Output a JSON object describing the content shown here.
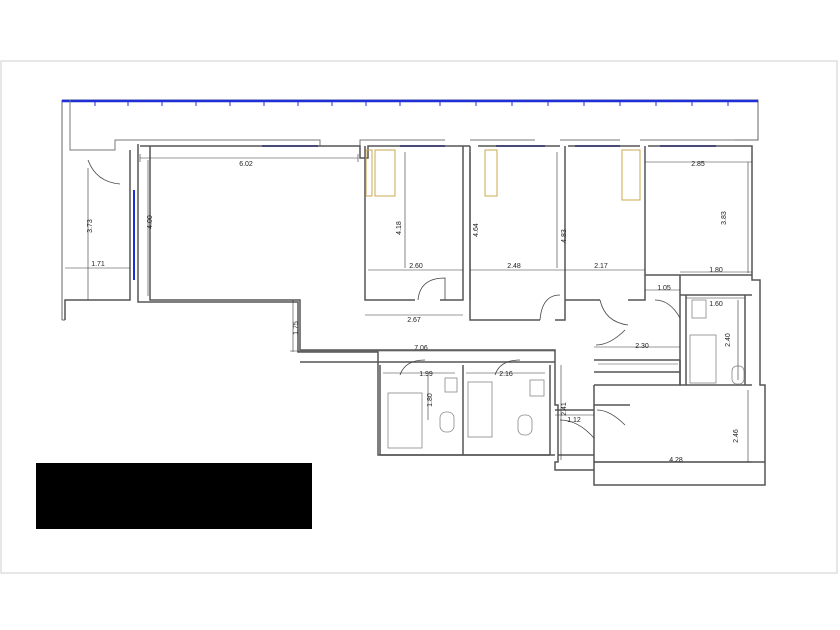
{
  "drawing": {
    "type": "floor-plan",
    "wall_color": "#555555",
    "facade_color": "#1f2fd6",
    "fixture_color": "#c8a850",
    "dimensions": [
      {
        "id": "living-width",
        "value": "6.02"
      },
      {
        "id": "living-depth",
        "value": "4.00"
      },
      {
        "id": "entry-depth",
        "value": "3.73"
      },
      {
        "id": "entry-width",
        "value": "1.71"
      },
      {
        "id": "bed1-depth",
        "value": "4.18"
      },
      {
        "id": "bed1-width",
        "value": "2.60"
      },
      {
        "id": "bed1-corridor",
        "value": "2.67"
      },
      {
        "id": "bed2-depth",
        "value": "4.64"
      },
      {
        "id": "bed2-width",
        "value": "2.48"
      },
      {
        "id": "bed3-depth",
        "value": "4.83"
      },
      {
        "id": "bed3-width",
        "value": "2.17"
      },
      {
        "id": "master-width",
        "value": "2.85"
      },
      {
        "id": "master-depth",
        "value": "3.83"
      },
      {
        "id": "ensuite-width-a",
        "value": "1.80"
      },
      {
        "id": "ensuite-width-b",
        "value": "1.60"
      },
      {
        "id": "ensuite-depth",
        "value": "2.40"
      },
      {
        "id": "step-width",
        "value": "1.05"
      },
      {
        "id": "hall-depth",
        "value": "1.75"
      },
      {
        "id": "hall-length",
        "value": "7.06"
      },
      {
        "id": "bath1-width",
        "value": "1.99"
      },
      {
        "id": "bath1-depth",
        "value": "1.80"
      },
      {
        "id": "bath2-width",
        "value": "2.16"
      },
      {
        "id": "laundry-depth",
        "value": "2.41"
      },
      {
        "id": "laundry-width",
        "value": "1.12"
      },
      {
        "id": "closet-width",
        "value": "2.30"
      },
      {
        "id": "kitchen-depth",
        "value": "2.46"
      },
      {
        "id": "kitchen-width",
        "value": "4.28"
      }
    ]
  }
}
